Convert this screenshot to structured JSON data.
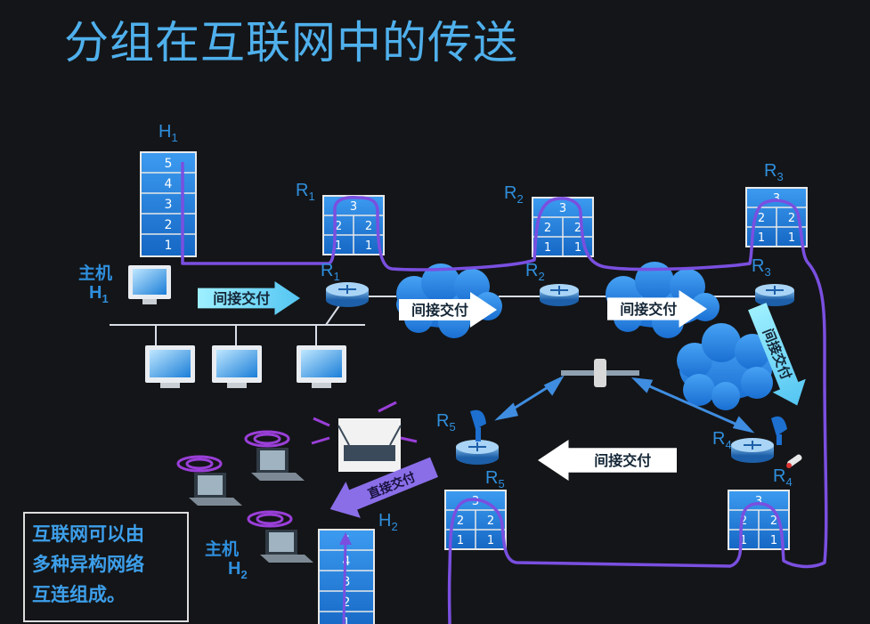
{
  "title": "分组在互联网中的传送",
  "nodes": {
    "h1_stack_label": {
      "base": "H",
      "sub": "1"
    },
    "host1": {
      "word": "主机",
      "base": "H",
      "sub": "1"
    },
    "host2": {
      "word": "主机",
      "base": "H",
      "sub": "2"
    },
    "h2_stack_label": {
      "base": "H",
      "sub": "2"
    },
    "r1_stack": {
      "base": "R",
      "sub": "1"
    },
    "r1_router": {
      "base": "R",
      "sub": "1"
    },
    "r2_stack": {
      "base": "R",
      "sub": "2"
    },
    "r2_router": {
      "base": "R",
      "sub": "2"
    },
    "r3_stack": {
      "base": "R",
      "sub": "3"
    },
    "r3_router": {
      "base": "R",
      "sub": "3"
    },
    "r4_router": {
      "base": "R",
      "sub": "4"
    },
    "r4_stack": {
      "base": "R",
      "sub": "4"
    },
    "r5_router": {
      "base": "R",
      "sub": "5"
    },
    "r5_stack": {
      "base": "R",
      "sub": "5"
    }
  },
  "layers": {
    "host_stack": [
      "5",
      "4",
      "3",
      "2",
      "1"
    ],
    "router_top": "3",
    "router_mid": "2",
    "router_bottom": "1"
  },
  "arrows": {
    "indirect": "间接交付",
    "direct": "直接交付"
  },
  "note_lines": [
    "互联网可以由",
    "多种异构网络",
    "互连组成。"
  ],
  "colors": {
    "title": "#4fb0ec",
    "label": "#2f8fdd",
    "path": "#7a4fe0",
    "stack_fill": "#1e7fd6",
    "arrow": "#7fd8f8",
    "cloud": "#2a86e6"
  }
}
